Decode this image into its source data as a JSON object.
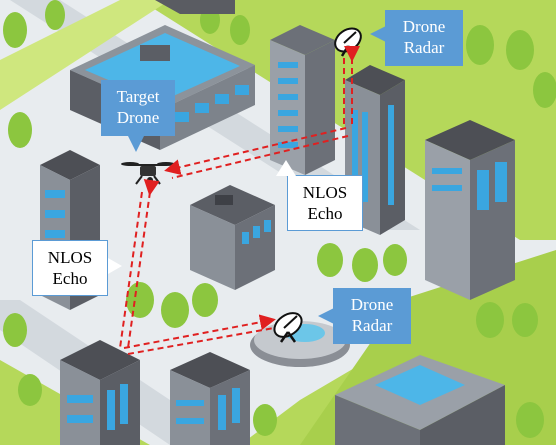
{
  "labels": {
    "target_drone": [
      "Target",
      "Drone"
    ],
    "radar_top": [
      "Drone",
      "Radar"
    ],
    "radar_bottom": [
      "Drone",
      "Radar"
    ],
    "nlos_right": [
      "NLOS",
      "Echo"
    ],
    "nlos_left": [
      "NLOS",
      "Echo"
    ]
  },
  "colors": {
    "grass": "#b5d85a",
    "road": "#e8ecef",
    "path": "#e02020",
    "callout_blue": "#5b9bd5",
    "building_dark": "#4d4f55",
    "building_light": "#9aa0a8",
    "window": "#3aa6e0",
    "tree": "#8cc63f"
  }
}
